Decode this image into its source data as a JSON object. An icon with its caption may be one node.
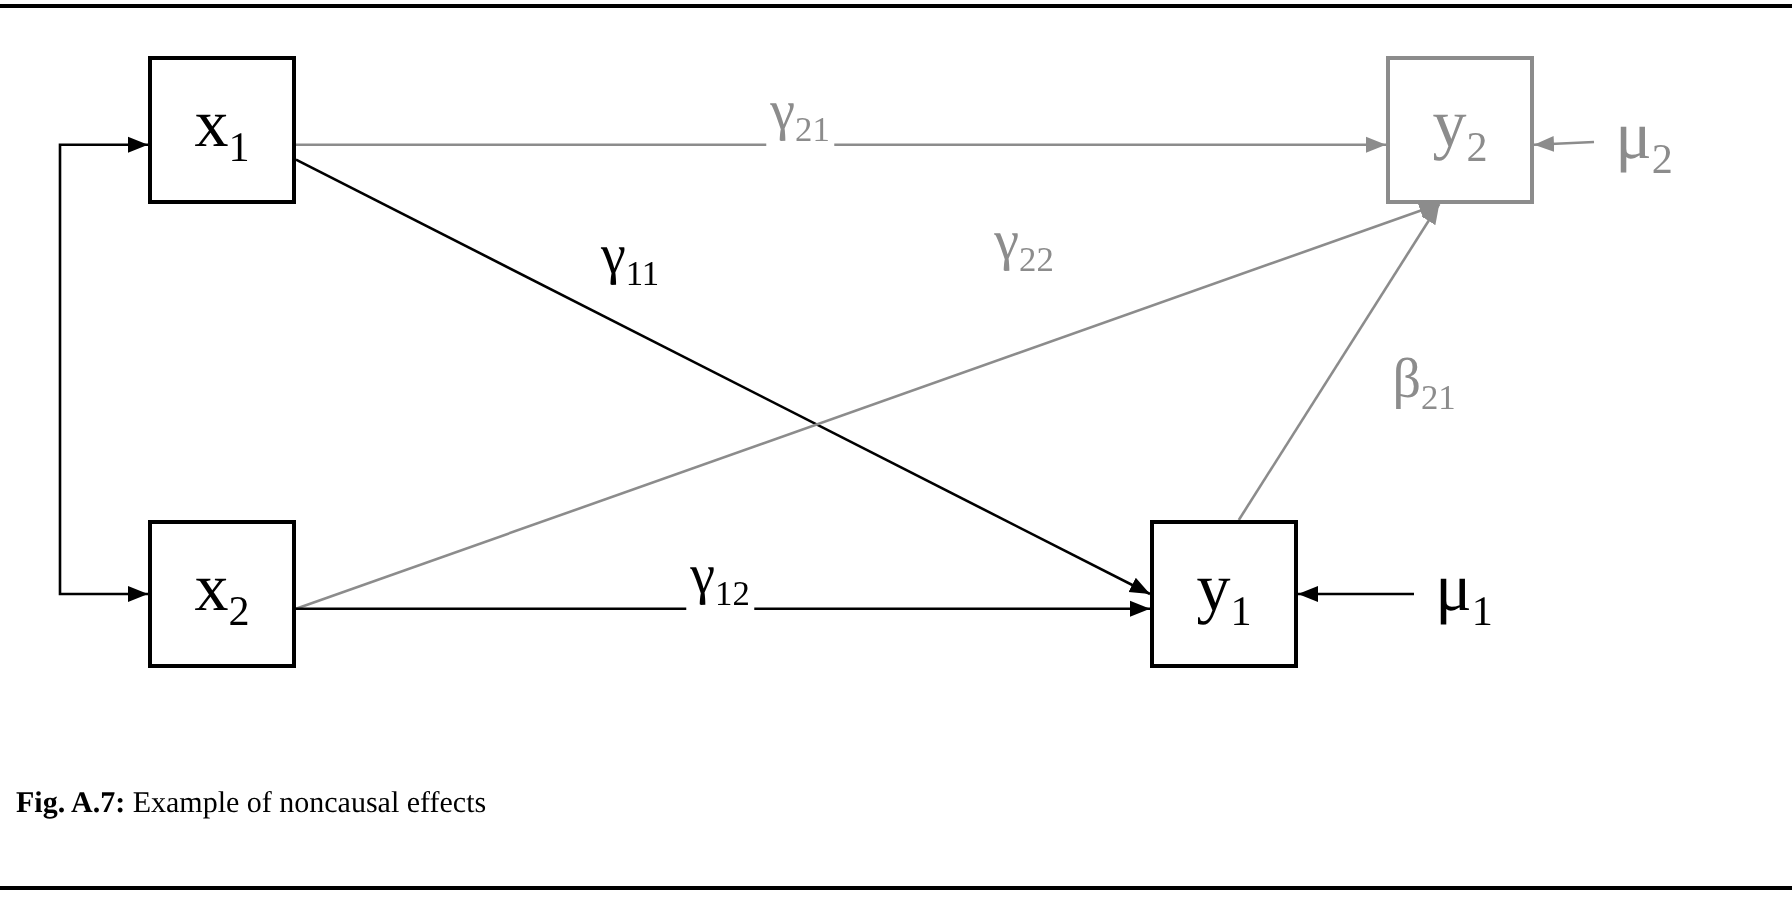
{
  "diagram": {
    "caption": "**Fig. A.7:** Example of noncausal effects",
    "nodes": [
      {
        "text": [
          "x$_{1}$"
        ]
      },
      {
        "text": [
          "x$_{2}$"
        ]
      },
      {
        "text": [
          "y$_{2}$"
        ]
      },
      {
        "text": [
          "y$_{1}$"
        ]
      },
      {
        "text": [
          "μ$_{2}$"
        ]
      },
      {
        "text": [
          "μ$_{1}$"
        ]
      }
    ],
    "edges": [
      {
        "from": 0,
        "to": 1,
        "arrow": "both"
      },
      {
        "from": 0,
        "to": 2,
        "arrow": "to",
        "label": "γ$_{21}$",
        "color": "#8c8c8c"
      },
      {
        "from": 0,
        "to": 3,
        "arrow": "to",
        "label": "γ$_{11}$"
      },
      {
        "from": 1,
        "to": 2,
        "arrow": "to",
        "label": "γ$_{22}$",
        "color": "#8c8c8c"
      },
      {
        "from": 1,
        "to": 3,
        "arrow": "to",
        "label": "γ$_{12}$"
      },
      {
        "from": 3,
        "to": 2,
        "arrow": "to",
        "label": "β$_{21}$",
        "color": "#8c8c8c"
      },
      {
        "from": 4,
        "to": 2,
        "arrow": "to",
        "color": "#8c8c8c"
      },
      {
        "from": 5,
        "to": 3,
        "arrow": "to"
      }
    ]
  }
}
